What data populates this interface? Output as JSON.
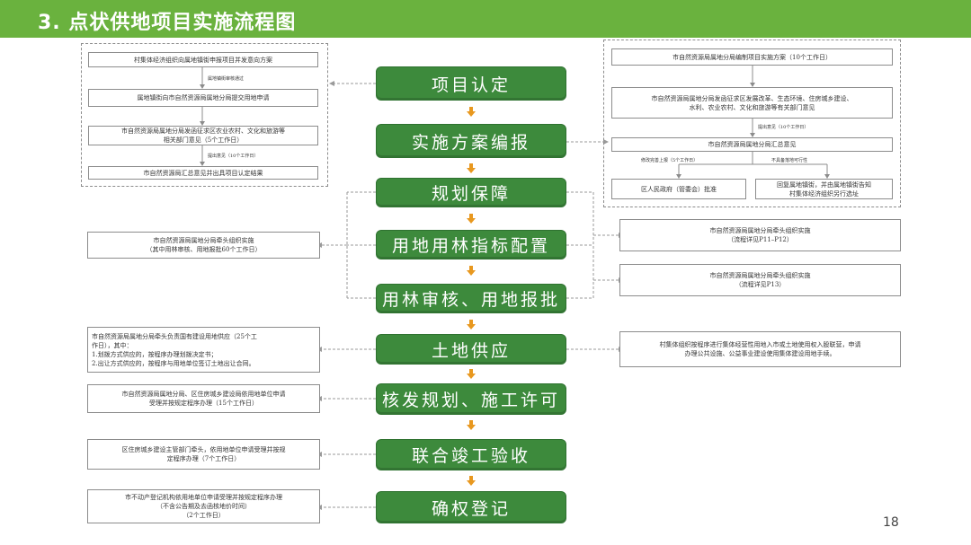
{
  "header": {
    "title": "3. 点状供地项目实施流程图"
  },
  "page_number": "18",
  "steps": [
    "项目认定",
    "实施方案编报",
    "规划保障",
    "用地用林指标配置",
    "用林审核、用地报批",
    "土地供应",
    "核发规划、施工许可",
    "联合竣工验收",
    "确权登记"
  ],
  "left_group": {
    "box1": "村集体经济组织向属地镇街申报项目并发意向方案",
    "note1": "属地镇街审核通过",
    "box2": "属地镇街向市自然资源局属地分局提交用地申请",
    "box3": "市自然资源局属地分局发函征求区农业农村、文化和旅游等\n相关部门意见（5个工作日）",
    "note2": "提出意见（10个工作日）",
    "box4": "市自然资源局汇总意见并出具项目认定结果"
  },
  "right_group": {
    "box1": "市自然资源局属地分局编制项目实施方案（10个工作日）",
    "box2": "市自然资源局属地分局发函征求区发展改革、生态环境、住房城乡建设、\n水利、农业农村、文化和旅游等有关部门意见",
    "note1": "提出意见（10个工作日）",
    "box3": "市自然资源局属地分局汇总意见",
    "note2": "修改完善上报（5个工作日）",
    "note3": "不具备落地可行性",
    "box4": "区人民政府（管委会）批准",
    "box5": "回复属地镇街，并由属地镇街告知\n村集体经济组织另行选址"
  },
  "side_boxes": {
    "planning_left": "市自然资源局属地分局牵头组织实施\n（其中用林审核、用地报批60个工作日）",
    "quota_right": "市自然资源局属地分局牵头组织实施\n（流程详见P11–P12）",
    "approval_right": "市自然资源局属地分局牵头组织实施\n（流程详见P13）",
    "supply_left": "市自然资源局属地分局牵头负责国有建设用地供应（25个工\n作日），其中：\n1.划拨方式供应的，按程序办理划拨决定书；\n2.出让方式供应的，按程序与用地单位签订土地出让合同。",
    "supply_right": "村集体组织按程序进行集体经营性用地入市或土地使用权入股联营，申请\n办理公共设施、公益事业建设使用集体建设用地手续。",
    "permit_left": "市自然资源局属地分局、区住房城乡建设局依用地单位申请\n受理并按规定程序办理（15个工作日）",
    "acceptance_left": "区住房城乡建设主管部门牵头，依用地单位申请受理并按规\n定程序办理（7个工作日）",
    "registration_left": "市不动产登记机构依用地单位申请受理并按规定程序办理\n（不含公告期及去函核地价时间）\n（2个工作日）"
  }
}
